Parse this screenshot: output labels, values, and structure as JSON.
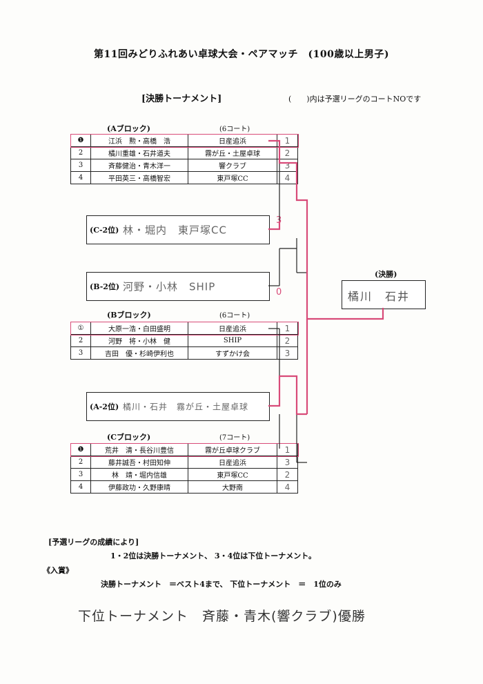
{
  "title": "第11回みどりふれあい卓球大会・ペアマッチ　(100歳以上男子)",
  "subtitle": "[決勝トーナメント]",
  "note": "(　　)内は予選リーグのコートNOです",
  "blocks": [
    {
      "label": "(Aブロック)",
      "court": "(6コート)",
      "rows": [
        {
          "rank": "❶",
          "names": "江浜　勲・高橋　浩",
          "club": "日産追浜",
          "cno": "1"
        },
        {
          "rank": "2",
          "names": "橘川重雄・石井道夫",
          "club": "霧が丘・土屋卓球",
          "cno": "2"
        },
        {
          "rank": "3",
          "names": "斉藤健治・青木洋一",
          "club": "響クラブ",
          "cno": "3"
        },
        {
          "rank": "4",
          "names": "平田英三・高橋智宏",
          "club": "東戸塚CC",
          "cno": "4"
        }
      ]
    },
    {
      "label": "(Bブロック)",
      "court": "(6コート)",
      "rows": [
        {
          "rank": "①",
          "names": "大原一浩・白田盛明",
          "club": "日産追浜",
          "cno": "1"
        },
        {
          "rank": "2",
          "names": "河野　将・小林　健",
          "club": "SHIP",
          "cno": "2"
        },
        {
          "rank": "3",
          "names": "吉田　優・杉崎伊利也",
          "club": "すずかけ会",
          "cno": "3"
        }
      ]
    },
    {
      "label": "(Cブロック)",
      "court": "(7コート)",
      "rows": [
        {
          "rank": "❶",
          "names": "荒井　清・長谷川豊信",
          "club": "霧が丘卓球クラブ",
          "cno": "1"
        },
        {
          "rank": "2",
          "names": "藤井誠吾・村田知伸",
          "club": "日産追浜",
          "cno": "3"
        },
        {
          "rank": "3",
          "names": "林　靖・堀内信雄",
          "club": "東戸塚CC",
          "cno": "2"
        },
        {
          "rank": "4",
          "names": "伊藤政功・久野康晴",
          "club": "大野南",
          "cno": "4"
        }
      ]
    }
  ],
  "slots": {
    "c2": {
      "label": "(C-2位)",
      "handwritten": "林・堀内　東戸塚CC"
    },
    "b2": {
      "label": "(B-2位)",
      "handwritten": "河野・小林　SHIP"
    },
    "a2": {
      "label": "(A-2位)",
      "handwritten": "橘川・石井　霧が丘・土屋卓球"
    }
  },
  "scores": {
    "c2": "3",
    "b2": "0"
  },
  "final": {
    "label": "(決勝)",
    "handwritten": "橘川　石井"
  },
  "notes": {
    "heading": "[予選リーグの成績により]",
    "line1": "1・2位は決勝トーナメント、 3・4位は下位トーナメント。",
    "prize_heading": "《入賞》",
    "prize_line": "決勝トーナメント　＝ベスト4まで、 下位トーナメント　＝　1位のみ"
  },
  "handwritten_footer": "下位トーナメント　斉藤・青木(響クラブ)優勝",
  "colors": {
    "accent": "#d84a78",
    "ink": "#222222"
  }
}
